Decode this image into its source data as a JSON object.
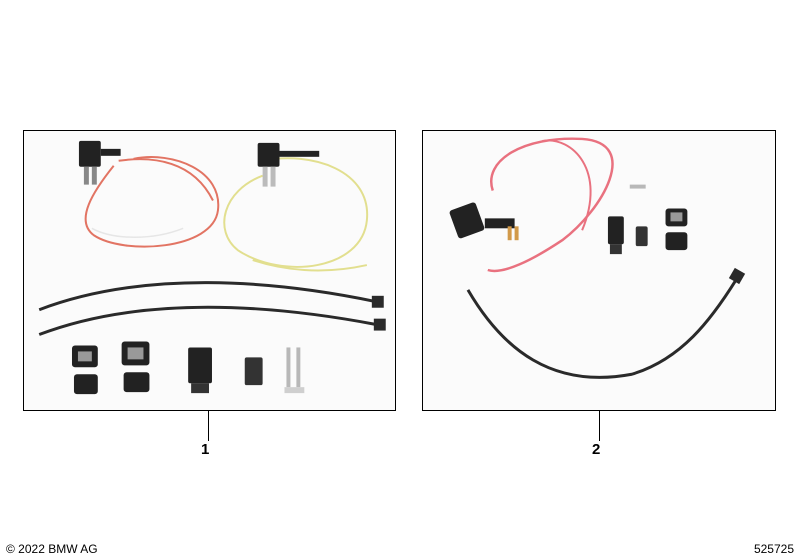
{
  "callouts": {
    "item_1": "1",
    "item_2": "2"
  },
  "footer": {
    "copyright": "© 2022 BMW AG",
    "diagram_id": "525725"
  },
  "colors": {
    "red_wire": "#e27463",
    "pink_wire": "#e9717f",
    "yellow_wire": "#e2df8f",
    "cable_tie": "#2a2a2a",
    "connector": "#222222",
    "terminal": "#b8b8b8"
  }
}
